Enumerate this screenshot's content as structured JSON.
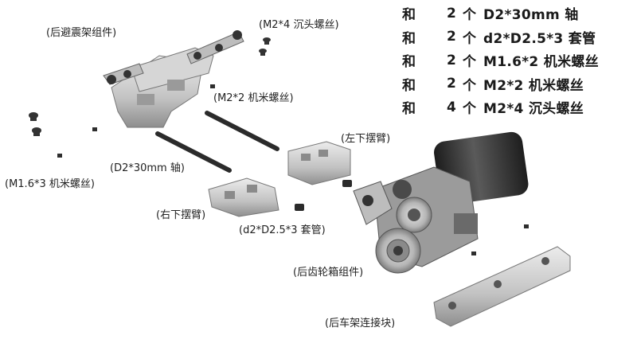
{
  "parts_list": [
    {
      "conj": "和",
      "count": "2",
      "unit": "个",
      "name": "D2*30mm 轴"
    },
    {
      "conj": "和",
      "count": "2",
      "unit": "个",
      "name": "d2*D2.5*3 套管"
    },
    {
      "conj": "和",
      "count": "2",
      "unit": "个",
      "name": "M1.6*2 机米螺丝"
    },
    {
      "conj": "和",
      "count": "2",
      "unit": "个",
      "name": "M2*2 机米螺丝"
    },
    {
      "conj": "和",
      "count": "4",
      "unit": "个",
      "name": "M2*4 沉头螺丝"
    }
  ],
  "labels": {
    "rear_shock_mount": "(后避震架组件)",
    "m2x4_screw": "(M2*4 沉头螺丝)",
    "m2x2_set_screw": "(M2*2 机米螺丝)",
    "d2x30_shaft": "(D2*30mm 轴)",
    "m16x3_set_screw": "(M1.6*3 机米螺丝)",
    "left_lower_arm": "(左下摆臂)",
    "right_lower_arm": "(右下摆臂)",
    "bushing": "(d2*D2.5*3 套管)",
    "rear_gearbox": "(后齿轮箱组件)",
    "rear_frame_connector": "(后车架连接块)"
  },
  "colors": {
    "metal_light": "#d8d8d8",
    "metal_mid": "#a9a9a9",
    "metal_dark": "#6e6e6e",
    "black_part": "#2b2b2b",
    "text": "#222222"
  }
}
